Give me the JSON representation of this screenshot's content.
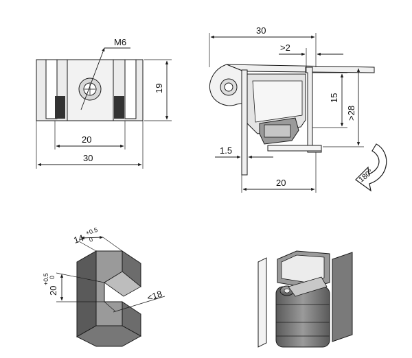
{
  "front_view": {
    "thread_label": "M6",
    "height_label": "19",
    "inner_width_label": "20",
    "outer_width_label": "30"
  },
  "side_view": {
    "width_label": "30",
    "gap_label": ">2",
    "depth_label": "15",
    "height_label": ">28",
    "thickness_label": "1.5",
    "base_label": "20",
    "rotation_label": "180°"
  },
  "cutout_view": {
    "width_label": "14",
    "width_tol_upper": "+0.5",
    "width_tol_lower": "0",
    "height_label": "20",
    "height_tol_upper": "+0.5",
    "height_tol_lower": "0",
    "panel_label": "<18"
  },
  "colors": {
    "line": "#1a1a1a",
    "dark_gray": "#555555",
    "mid_gray": "#8c8c8c",
    "light_gray": "#dcdcdc",
    "dark_pad": "#333333"
  }
}
